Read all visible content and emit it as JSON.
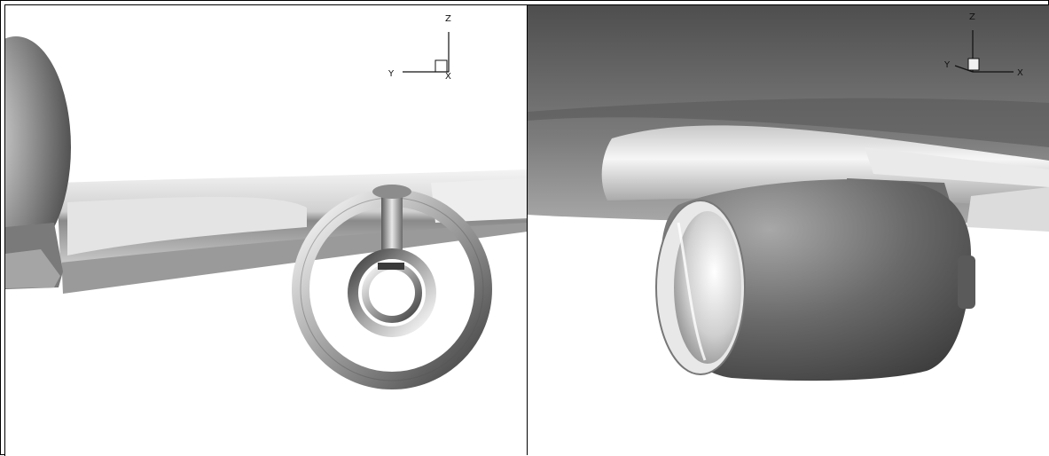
{
  "left_view": {
    "axes": {
      "vertical": "Z",
      "horizontal": "Y",
      "depth": "X"
    }
  },
  "right_view": {
    "axes": {
      "vertical": "Z",
      "horizontal": "X",
      "depth": "Y"
    }
  },
  "colors": {
    "background": "#ffffff",
    "border": "#000000",
    "surface_light": "#f2f2f2",
    "surface_dark": "#6e6e6e"
  }
}
